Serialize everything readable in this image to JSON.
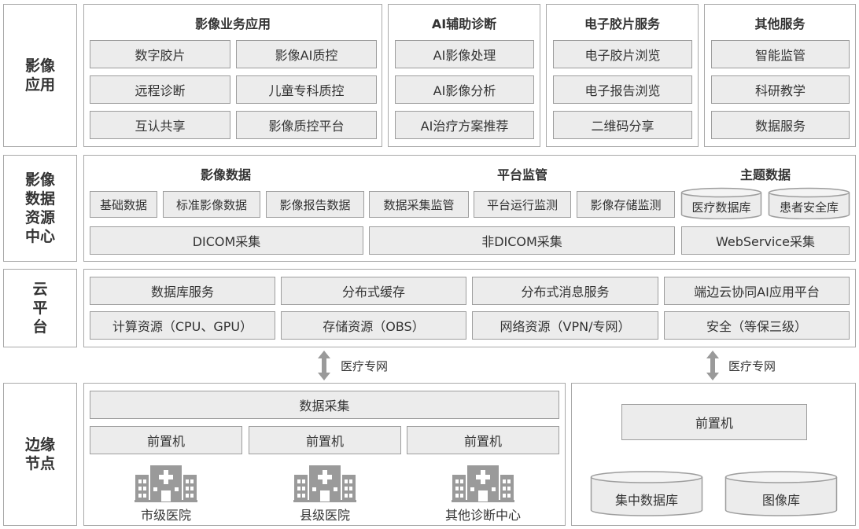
{
  "colors": {
    "border": "#a9a9a9",
    "box_fill": "#ececec",
    "icon": "#9a9a9a",
    "text": "#333333"
  },
  "layers": {
    "app": {
      "label": "影像\n应用"
    },
    "data": {
      "label": "影像\n数据\n资源\n中心"
    },
    "cloud": {
      "label": "云\n平\n台"
    },
    "edge": {
      "label": "边缘\n节点"
    }
  },
  "app": {
    "groups": [
      {
        "title": "影像业务应用",
        "items": [
          "数字胶片",
          "影像AI质控",
          "远程诊断",
          "儿童专科质控",
          "互认共享",
          "影像质控平台"
        ]
      },
      {
        "title": "AI辅助诊断",
        "items": [
          "AI影像处理",
          "AI影像分析",
          "AI治疗方案推荐"
        ]
      },
      {
        "title": "电子胶片服务",
        "items": [
          "电子胶片浏览",
          "电子报告浏览",
          "二维码分享"
        ]
      },
      {
        "title": "其他服务",
        "items": [
          "智能监管",
          "科研教学",
          "数据服务"
        ]
      }
    ]
  },
  "data_center": {
    "titles": [
      "影像数据",
      "平台监管",
      "主题数据"
    ],
    "items": [
      "基础数据",
      "标准影像数据",
      "影像报告数据",
      "数据采集监管",
      "平台运行监测",
      "影像存储监测"
    ],
    "databases": [
      "医疗数据库",
      "患者安全库"
    ],
    "collect": [
      "DICOM采集",
      "非DICOM采集",
      "WebService采集"
    ]
  },
  "cloud": {
    "row1": [
      "数据库服务",
      "分布式缓存",
      "分布式消息服务",
      "端边云协同AI应用平台"
    ],
    "row2": [
      "计算资源（CPU、GPU）",
      "存储资源（OBS）",
      "网络资源（VPN/专网）",
      "安全（等保三级）"
    ]
  },
  "links": [
    "医疗专网",
    "医疗专网"
  ],
  "edge": {
    "collect": "数据采集",
    "front": [
      "前置机",
      "前置机",
      "前置机"
    ],
    "hospitals": [
      {
        "label": "市级医院",
        "icon": "hospital-icon"
      },
      {
        "label": "县级医院",
        "icon": "hospital-icon"
      },
      {
        "label": "其他诊断中心",
        "icon": "hospital-icon"
      }
    ],
    "right_front": "前置机",
    "right_dbs": [
      "集中数据库",
      "图像库"
    ]
  }
}
